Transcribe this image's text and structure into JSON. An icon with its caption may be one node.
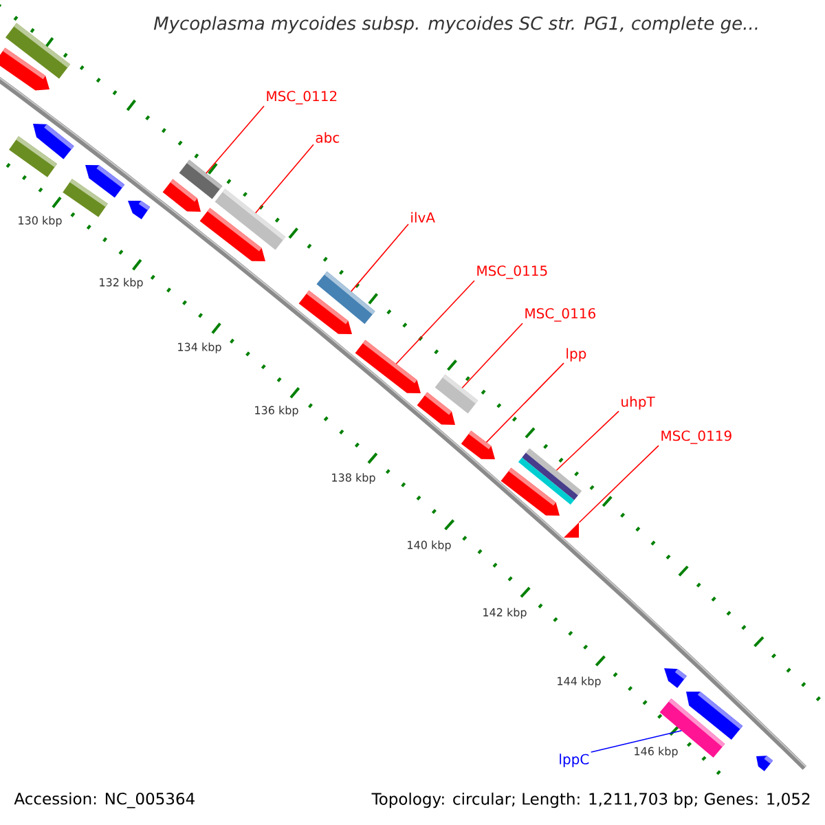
{
  "diagram": {
    "title": "Mycoplasma mycoides subsp. mycoides SC str. PG1, complete ge...",
    "nodes": [
      {
        "text": [
          "MSC_0112"
        ]
      },
      {
        "text": [],
        "shape": "bar"
      },
      {
        "text": [
          "abc"
        ]
      },
      {
        "text": [],
        "shape": "bar"
      },
      {
        "text": [
          "ilvA"
        ]
      },
      {
        "text": [],
        "shape": "bar"
      },
      {
        "text": [
          "MSC_0115"
        ]
      },
      {
        "text": [],
        "shape": "pentagon"
      },
      {
        "text": [
          "MSC_0116"
        ]
      },
      {
        "text": [],
        "shape": "bar"
      },
      {
        "text": [
          "lpp"
        ]
      },
      {
        "text": [],
        "shape": "pentagon"
      },
      {
        "text": [
          "uhpT"
        ]
      },
      {
        "text": [],
        "shape": "bar"
      },
      {
        "text": [
          "MSC_0119"
        ]
      },
      {
        "text": [],
        "shape": "triangle"
      },
      {
        "text": [
          "lppC"
        ]
      },
      {
        "text": [],
        "shape": "bar"
      },
      {
        "text": [],
        "shape": "bar"
      },
      {
        "text": [],
        "shape": "pentagon"
      },
      {
        "text": [],
        "shape": "pentagon"
      },
      {
        "text": [],
        "shape": "bar"
      },
      {
        "text": [],
        "shape": "pentagon"
      },
      {
        "text": [],
        "shape": "bar"
      },
      {
        "text": [],
        "shape": "pentagon"
      },
      {
        "text": [],
        "shape": "pentagon"
      },
      {
        "text": [],
        "shape": "pentagon"
      },
      {
        "text": [],
        "shape": "pentagon"
      },
      {
        "text": [],
        "shape": "pentagon"
      },
      {
        "text": [],
        "shape": "pentagon"
      },
      {
        "text": [],
        "shape": "pentagon"
      },
      {
        "text": [],
        "shape": "pentagon"
      },
      {
        "text": [],
        "shape": "pentagon"
      }
    ],
    "edges": [
      {
        "from": 0,
        "to": 1,
        "arrow": "none"
      },
      {
        "from": 2,
        "to": 3,
        "arrow": "none"
      },
      {
        "from": 4,
        "to": 5,
        "arrow": "none"
      },
      {
        "from": 6,
        "to": 7,
        "arrow": "none"
      },
      {
        "from": 8,
        "to": 9,
        "arrow": "none"
      },
      {
        "from": 10,
        "to": 11,
        "arrow": "none"
      },
      {
        "from": 12,
        "to": 13,
        "arrow": "none"
      },
      {
        "from": 14,
        "to": 15,
        "arrow": "none"
      },
      {
        "from": 16,
        "to": 17,
        "arrow": "none",
        "color": "#0000ff"
      }
    ],
    "labels": [
      "130 kbp",
      "132 kbp",
      "134 kbp",
      "136 kbp",
      "138 kbp",
      "140 kbp",
      "142 kbp",
      "144 kbp",
      "146 kbp",
      "Accession: NC_005364",
      "Topology: circular; Length: 1,211,703 bp; Genes: 1,052"
    ]
  }
}
